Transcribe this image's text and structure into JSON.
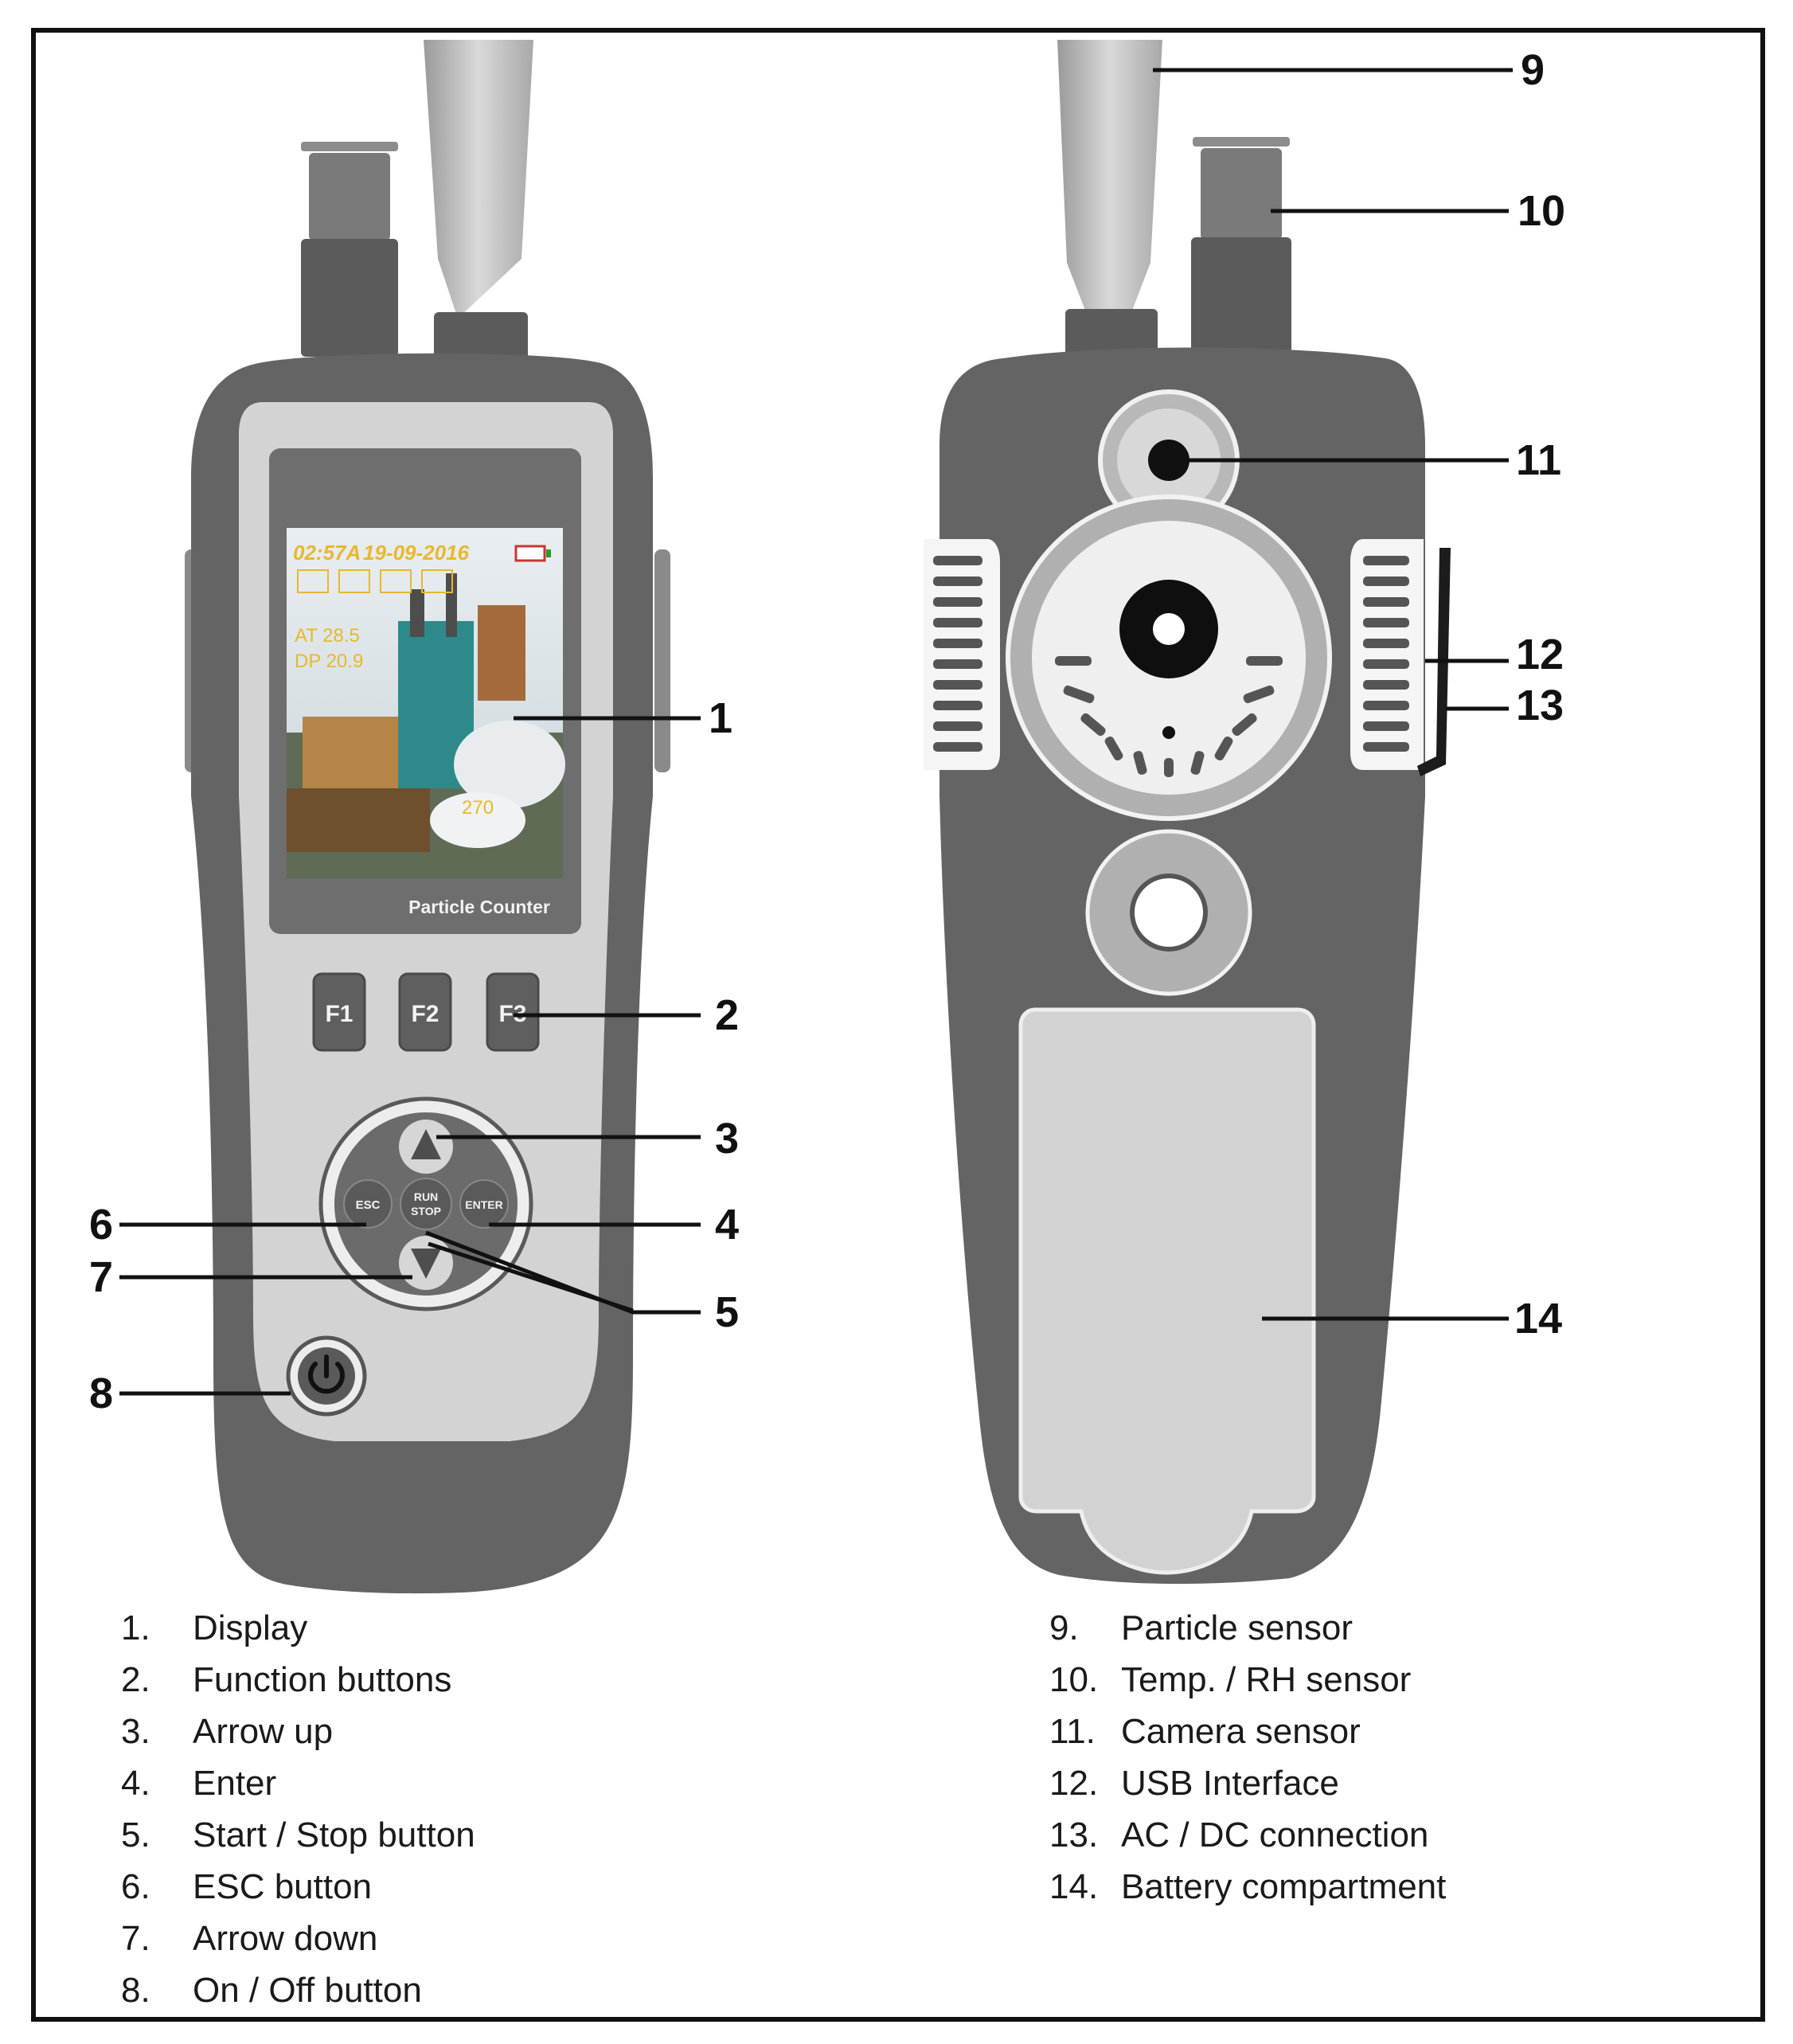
{
  "device": {
    "screen_clock": "02:57A",
    "screen_date": "19-09-2016",
    "screen_at": "AT 28.5",
    "screen_dp": "DP 20.9",
    "screen_value": "270",
    "device_label": "Particle Counter",
    "buttons": {
      "f1": "F1",
      "f2": "F2",
      "f3": "F3",
      "esc": "ESC",
      "run_stop_1": "RUN",
      "run_stop_2": "STOP",
      "enter": "ENTER"
    }
  },
  "callouts": [
    "1",
    "2",
    "3",
    "4",
    "5",
    "6",
    "7",
    "8",
    "9",
    "10",
    "11",
    "12",
    "13",
    "14"
  ],
  "legend_left": [
    {
      "num": "1.",
      "label": "Display"
    },
    {
      "num": "2.",
      "label": "Function buttons"
    },
    {
      "num": "3.",
      "label": "Arrow up"
    },
    {
      "num": "4.",
      "label": "Enter"
    },
    {
      "num": "5.",
      "label": "Start / Stop button"
    },
    {
      "num": "6.",
      "label": "ESC button"
    },
    {
      "num": "7.",
      "label": "Arrow down"
    },
    {
      "num": "8.",
      "label": "On / Off button"
    }
  ],
  "legend_right": [
    {
      "num": "9.",
      "label": "Particle sensor"
    },
    {
      "num": "10.",
      "label": "Temp. / RH sensor"
    },
    {
      "num": "11.",
      "label": "Camera sensor"
    },
    {
      "num": "12.",
      "label": "USB Interface"
    },
    {
      "num": "13.",
      "label": "AC / DC connection"
    },
    {
      "num": "14.",
      "label": "Battery compartment"
    }
  ]
}
